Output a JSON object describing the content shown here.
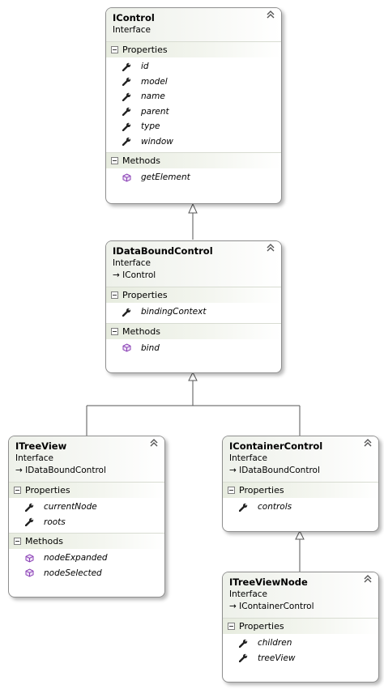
{
  "classes": [
    {
      "name": "IControl",
      "stereotype": "Interface",
      "inherits": "",
      "properties": [
        "id",
        "model",
        "name",
        "parent",
        "type",
        "window"
      ],
      "methods": [
        "getElement"
      ]
    },
    {
      "name": "IDataBoundControl",
      "stereotype": "Interface",
      "inherits": "IControl",
      "properties": [
        "bindingContext"
      ],
      "methods": [
        "bind"
      ]
    },
    {
      "name": "ITreeView",
      "stereotype": "Interface",
      "inherits": "IDataBoundControl",
      "properties": [
        "currentNode",
        "roots"
      ],
      "methods": [
        "nodeExpanded",
        "nodeSelected"
      ]
    },
    {
      "name": "IContainerControl",
      "stereotype": "Interface",
      "inherits": "IDataBoundControl",
      "properties": [
        "controls"
      ],
      "methods": []
    },
    {
      "name": "ITreeViewNode",
      "stereotype": "Interface",
      "inherits": "IContainerControl",
      "properties": [
        "children",
        "treeView"
      ],
      "methods": []
    }
  ],
  "labels": {
    "properties": "Properties",
    "methods": "Methods",
    "inherit_arrow": "→"
  },
  "icons": {
    "property": "wrench-icon",
    "method": "cube-icon",
    "collapse": "double-chevron-up-icon",
    "section_toggle": "minus-box-icon"
  },
  "colors": {
    "header_gradient": "#eef1ea",
    "border": "#8f8f8f",
    "method_icon": "#8a3fb5",
    "property_icon": "#222222",
    "connector": "#555555"
  }
}
